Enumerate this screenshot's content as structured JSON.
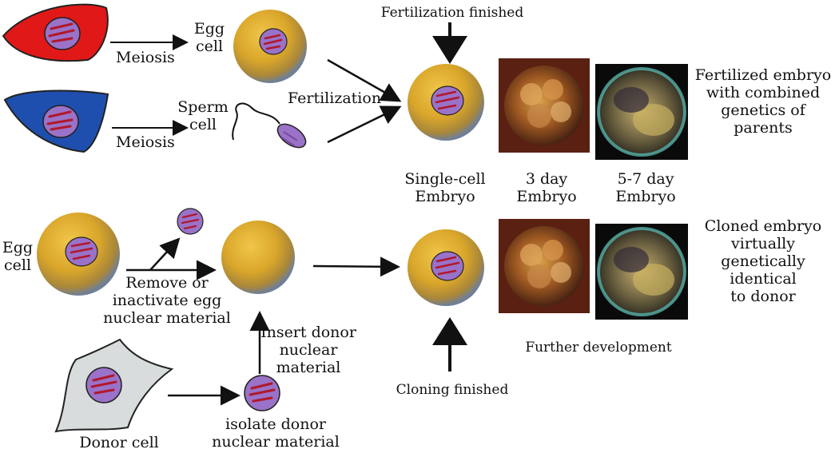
{
  "labels": {
    "fertilization_finished": "Fertilization finished",
    "meiosis_top": "Meiosis",
    "egg_cell_top": [
      "Egg",
      "cell"
    ],
    "sperm_cell": [
      "Sperm",
      "cell"
    ],
    "meiosis_bottom": "Meiosis",
    "fertilization": "Fertilization",
    "fertilized_embryo": [
      "Fertilized embryo",
      "with combined",
      "genetics of",
      "parents"
    ],
    "single_cell_embryo": [
      "Single-cell",
      "Embryo"
    ],
    "three_day_embryo": [
      "3 day",
      "Embryo"
    ],
    "five_seven_day_embryo": [
      "5-7 day",
      "Embryo"
    ],
    "egg_cell_left": [
      "Egg",
      "cell"
    ],
    "remove_or_inactivate": [
      "Remove or",
      "inactivate egg",
      "nuclear material"
    ],
    "insert_donor": [
      "Insert donor",
      "nuclear",
      "material"
    ],
    "cloned_embryo": [
      "Cloned embryo",
      "virtually",
      "genetically",
      "identical",
      "to donor"
    ],
    "further_development": "Further development",
    "cloning_finished": "Cloning finished",
    "donor_cell": "Donor cell",
    "isolate_donor": [
      "isolate donor",
      "nuclear material"
    ]
  },
  "colors": {
    "female_cell": "#e01818",
    "male_cell": "#1f4fae",
    "donor_cell": "#d8dcdc",
    "egg_yolk": "#e0a82c",
    "nucleus": "#9a72c8",
    "chromosome": "#b0182c"
  }
}
